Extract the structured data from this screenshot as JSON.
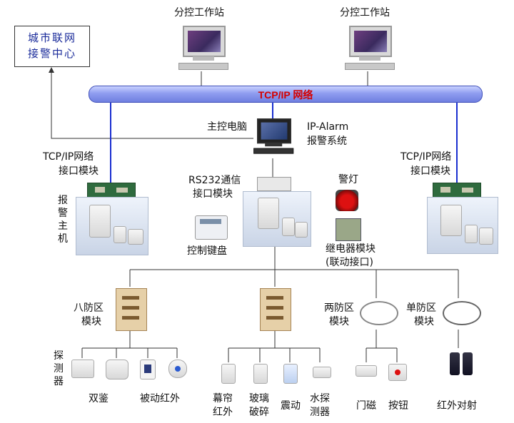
{
  "center": {
    "line1": "城市联网",
    "line2": "接警中心"
  },
  "workstations": [
    {
      "label": "分控工作站"
    },
    {
      "label": "分控工作站"
    }
  ],
  "bus_label": "TCP/IP 网络",
  "main_pc": {
    "label": "主控电脑",
    "system_label_1": "IP-Alarm",
    "system_label_2": "报警系统"
  },
  "tcp_left": {
    "line1": "TCP/IP网络",
    "line2": "接口模块"
  },
  "tcp_right": {
    "line1": "TCP/IP网络",
    "line2": "接口模块"
  },
  "rs232": {
    "line1": "RS232通信",
    "line2": "接口模块"
  },
  "host_vertical": "报警主机",
  "warning_light": "警灯",
  "keypad": "控制键盘",
  "relay": {
    "line1": "继电器模块",
    "line2": "(联动接口)"
  },
  "zones": {
    "eight": {
      "line1": "八防区",
      "line2": "模块"
    },
    "two": {
      "line1": "两防区",
      "line2": "模块"
    },
    "single": {
      "line1": "单防区",
      "line2": "模块"
    }
  },
  "detector_vertical": "探测器",
  "detectors": {
    "dual": "双鉴",
    "pir": "被动红外",
    "curtain": {
      "line1": "幕帘",
      "line2": "红外"
    },
    "glass": {
      "line1": "玻璃",
      "line2": "破碎"
    },
    "shock": "震动",
    "water": {
      "line1": "水探",
      "line2": "测器"
    },
    "door": "门磁",
    "button": "按钮",
    "beam": "红外对射"
  }
}
